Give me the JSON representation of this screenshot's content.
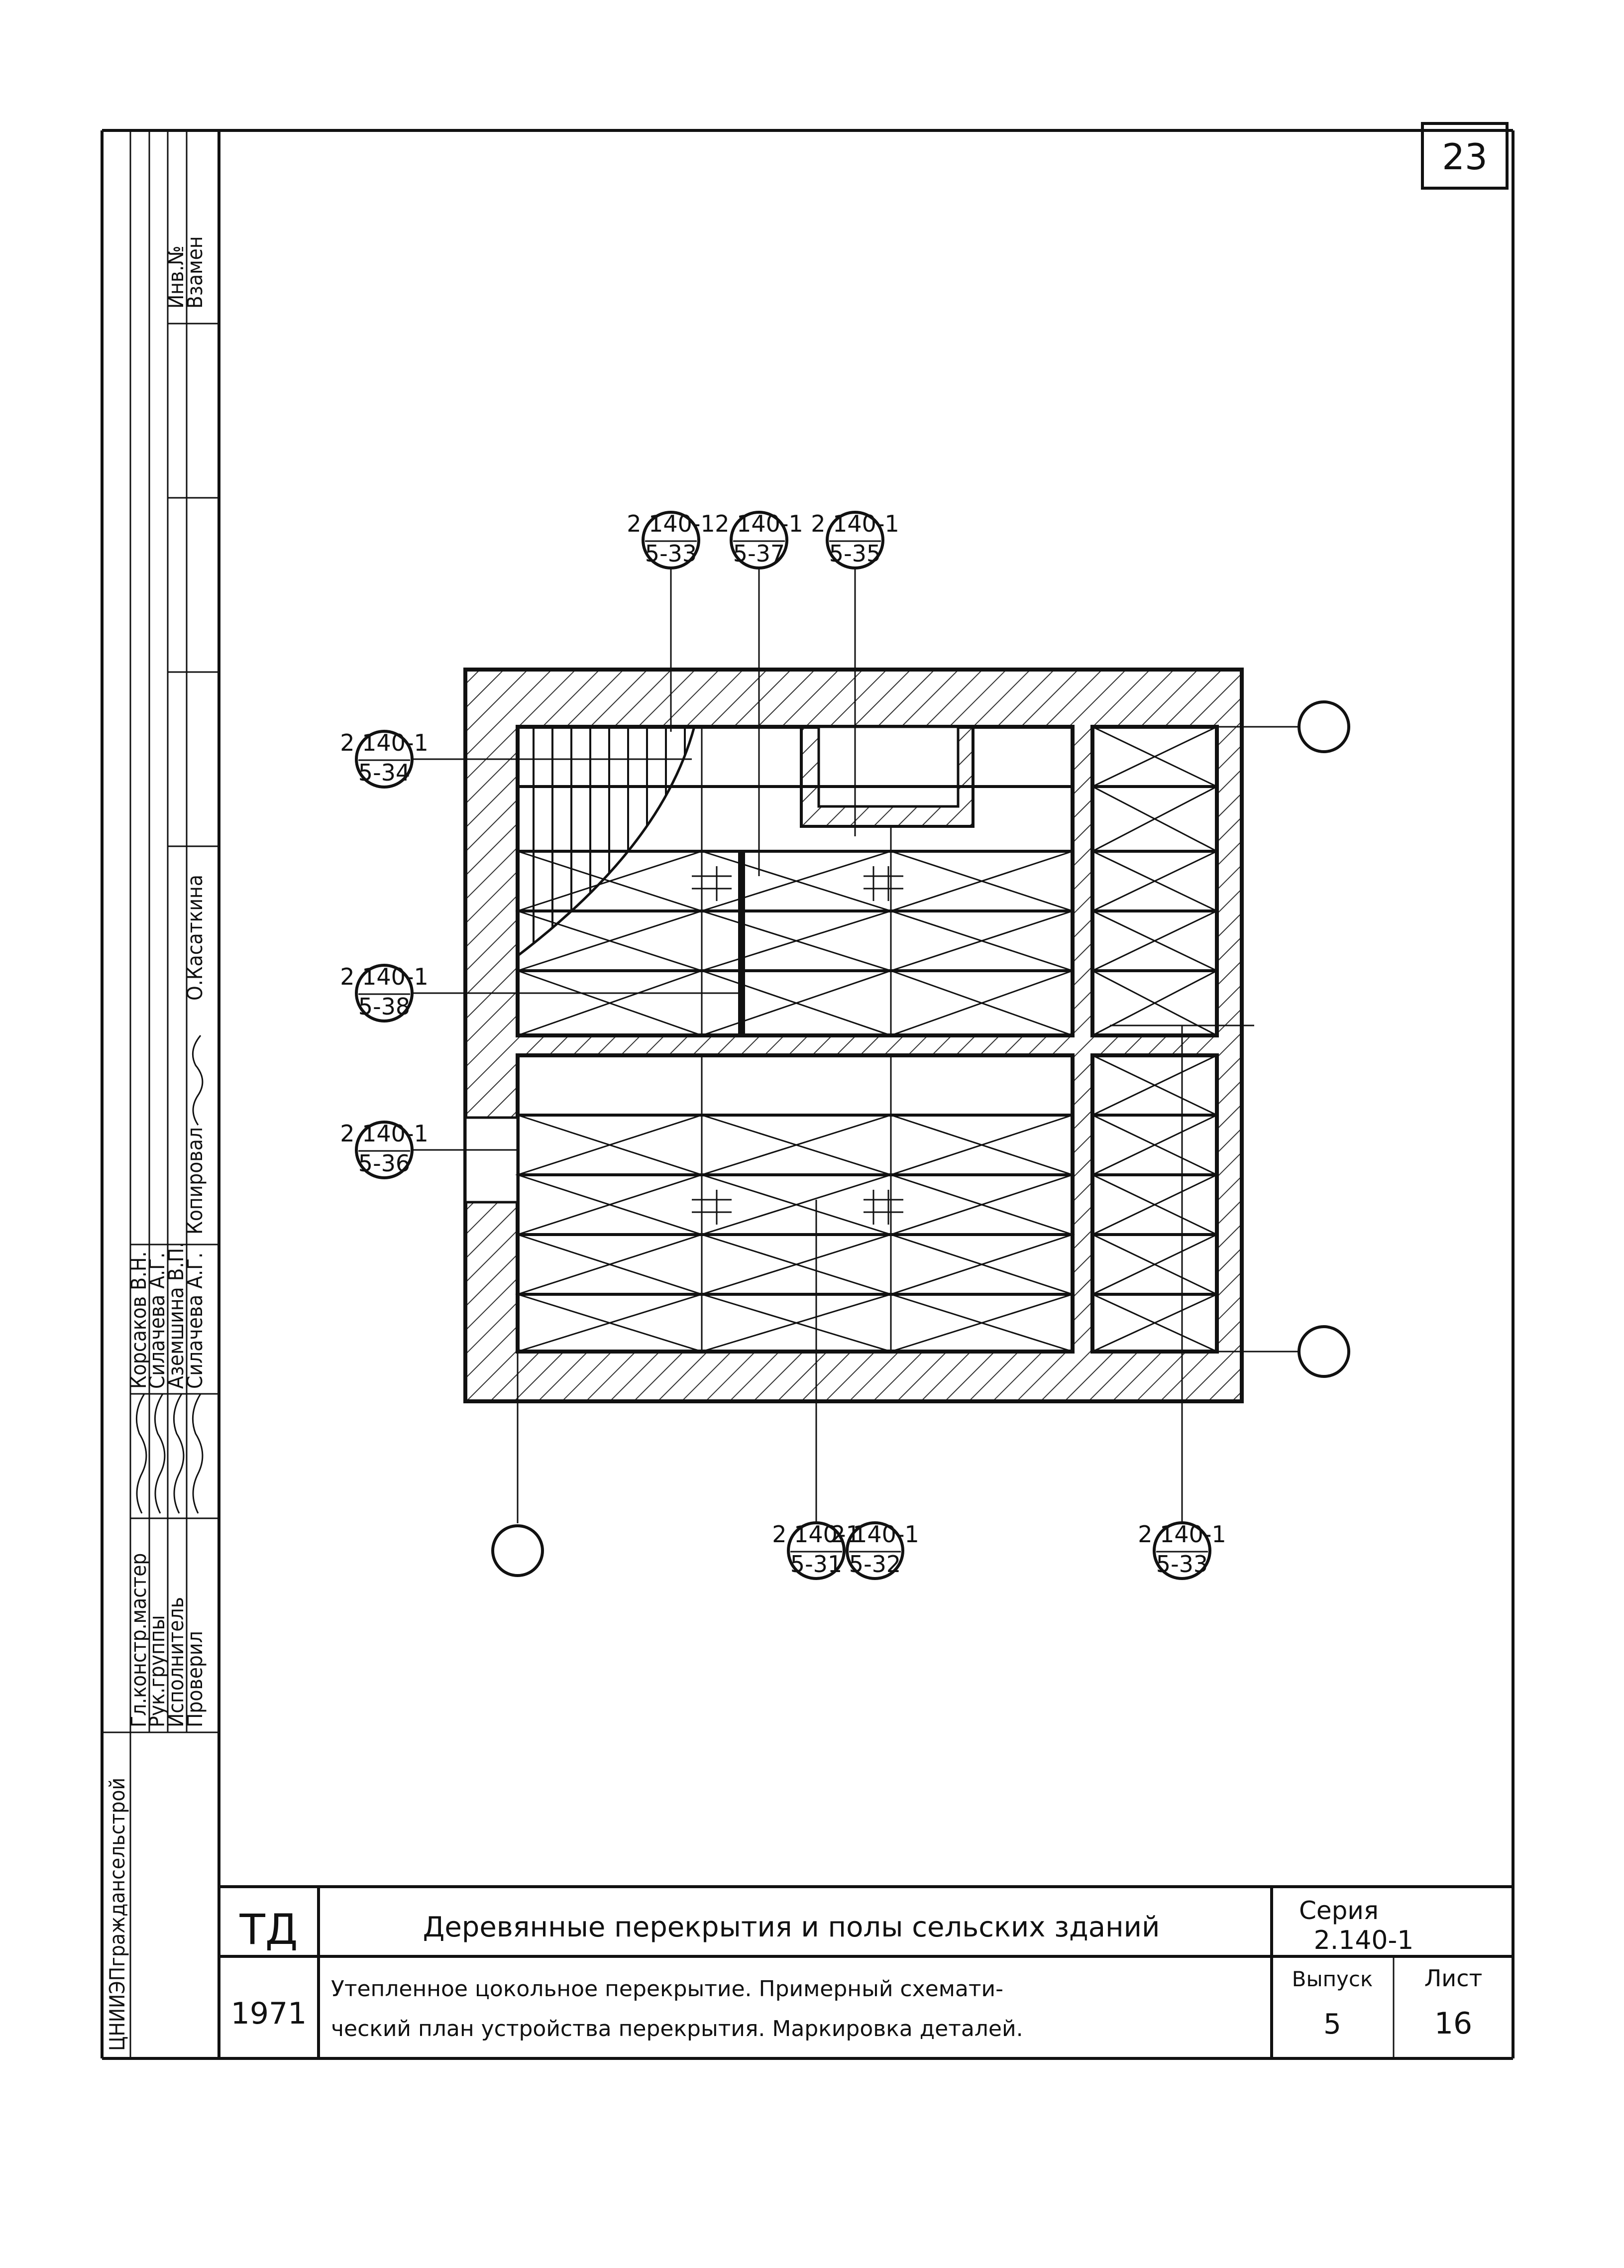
{
  "sheet_number": "23",
  "title_block": {
    "code": "ТД",
    "year": "1971",
    "series_label": "Серия",
    "series_value": "2.140-1",
    "title_line_1": "Деревянные перекрытия и полы сельских зданий",
    "title_line_2a": "Утепленное цокольное перекрытие. Примерный схемати-",
    "title_line_2b": "ческий план устройства перекрытия. Маркировка деталей.",
    "issue_label": "Выпуск",
    "issue_value": "5",
    "sheet_label": "Лист",
    "sheet_value": "16"
  },
  "side_block": {
    "org": "ЦНИИЭПграждансельстрой",
    "rows": [
      {
        "role": "Гл.констр.мастер",
        "name": "Корсаков В.Н."
      },
      {
        "role": "Рук.группы",
        "name": "Силачева А.Г."
      },
      {
        "role": "Исполнитель",
        "name": "Аземшина В.П."
      },
      {
        "role": "Проверил",
        "name": "Силачева А.Г."
      }
    ],
    "copied_label": "Копировал",
    "copied_name": "О.Касаткина",
    "inv_label": "Инв.№",
    "replace_label": "Взамен"
  },
  "callouts": [
    {
      "top": "2.140-1",
      "bottom": "5-33"
    },
    {
      "top": "2.140-1",
      "bottom": "5-37"
    },
    {
      "top": "2.140-1",
      "bottom": "5-35"
    },
    {
      "top": "2.140-1",
      "bottom": "5-34"
    },
    {
      "top": "2.140-1",
      "bottom": "5-38"
    },
    {
      "top": "2.140-1",
      "bottom": "5-36"
    },
    {
      "top": "2.140-1",
      "bottom": "5-31"
    },
    {
      "top": "2.140-1",
      "bottom": "5-32"
    },
    {
      "top": "2.140-1",
      "bottom": "5-33"
    }
  ]
}
